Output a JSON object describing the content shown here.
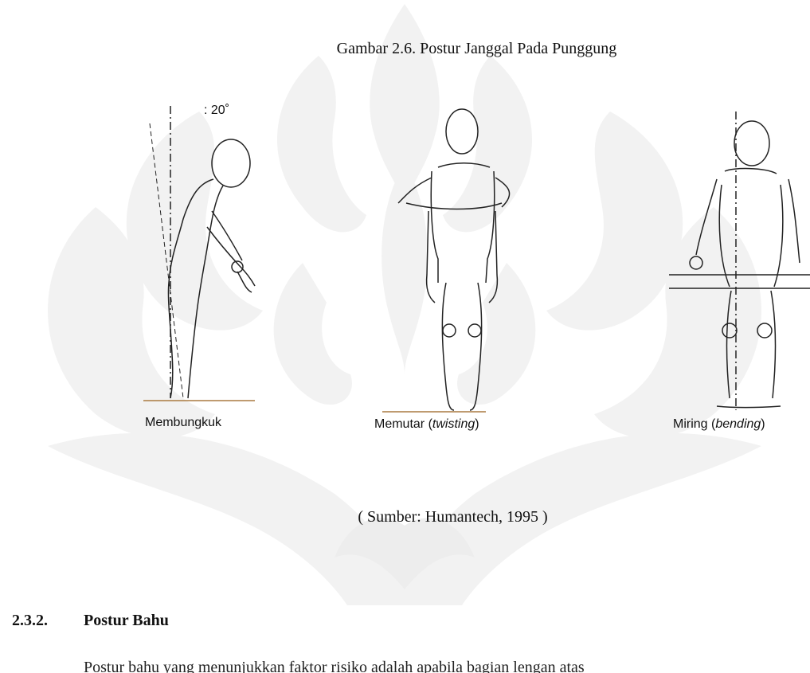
{
  "figure": {
    "title": "Gambar 2.6. Postur Janggal Pada Punggung",
    "angle_label": ": 20˚",
    "captions": {
      "bowing": "Membungkuk",
      "twisting_prefix": "Memutar (",
      "twisting_term": "twisting",
      "twisting_suffix": ")",
      "bending_prefix": "Miring (",
      "bending_term": "bending",
      "bending_suffix": ")"
    },
    "source": "( Sumber: Humantech, 1995 )"
  },
  "section": {
    "number": "2.3.2.",
    "title": "Postur Bahu"
  },
  "paragraph_cut": "Postur bahu yang menunjukkan faktor risiko adalah apabila bagian lengan atas"
}
